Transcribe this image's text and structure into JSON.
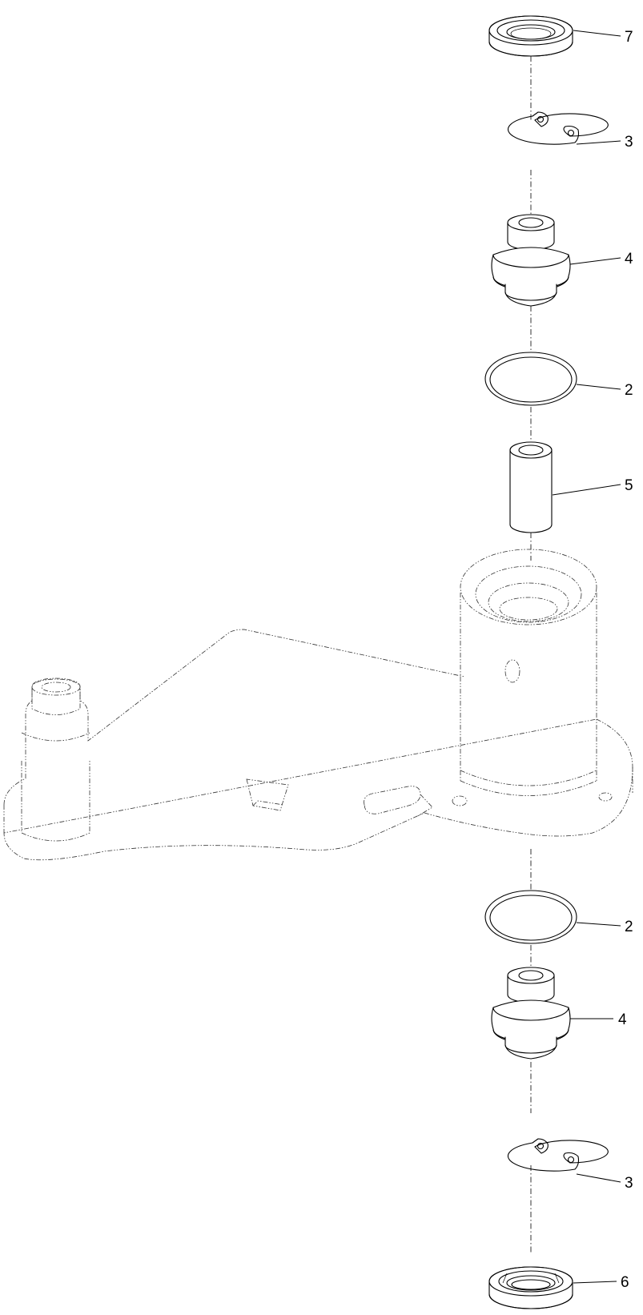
{
  "callouts": [
    {
      "id": "c1",
      "label": "7"
    },
    {
      "id": "c2",
      "label": "3"
    },
    {
      "id": "c3",
      "label": "4"
    },
    {
      "id": "c4",
      "label": "2"
    },
    {
      "id": "c5",
      "label": "5"
    },
    {
      "id": "c6",
      "label": "2"
    },
    {
      "id": "c7",
      "label": "4"
    },
    {
      "id": "c8",
      "label": "3"
    },
    {
      "id": "c9",
      "label": "6"
    }
  ]
}
